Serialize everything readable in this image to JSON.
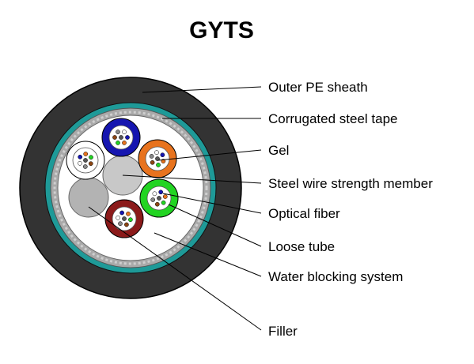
{
  "title": "GYTS",
  "labels": {
    "outer_pe_sheath": "Outer PE sheath",
    "corrugated_steel_tape": "Corrugated steel tape",
    "gel": "Gel",
    "steel_wire": "Steel wire strength member",
    "optical_fiber": "Optical fiber",
    "loose_tube": "Loose tube",
    "water_blocking": "Water blocking system",
    "filler": "Filler"
  },
  "colors": {
    "outer_sheath": "#333333",
    "water_blocking_ring": "#1e9a98",
    "steel_tape": "#a9a9a9",
    "core": "#ffffff",
    "steel_wire": "#c8c8c8",
    "filler": "#b3b3b3",
    "tube_blue": "#1515b0",
    "tube_orange": "#e8731e",
    "tube_green": "#22d422",
    "tube_brown": "#8b1a1a",
    "tube_white": "#ffffff"
  }
}
